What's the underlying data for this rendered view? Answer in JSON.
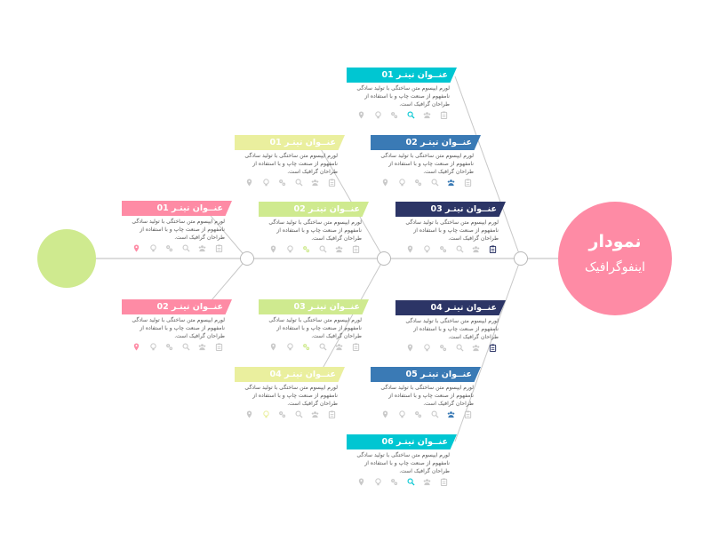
{
  "head": {
    "title": "نمودار",
    "subtitle": "اینفوگرافیک",
    "color": "#fe8ba5"
  },
  "tail": {
    "color": "#cfea8f"
  },
  "desc_text": "لورم ایپسوم متن ساختگی با تولید سادگی نامفهوم از صنعت چاپ و با استفاده از طراحان گرافیک است.",
  "icon_names": [
    "pin-icon",
    "bulb-icon",
    "gears-icon",
    "magnifier-icon",
    "team-icon",
    "clipboard-icon"
  ],
  "cards": [
    {
      "id": "top-1",
      "title": "01 عنــوان تیتـر",
      "color": "#00c6d2",
      "active_icon": 3
    },
    {
      "id": "top-2",
      "title": "02 عنــوان تیتـر",
      "color": "#3a7ab5",
      "active_icon": 4
    },
    {
      "id": "top-3",
      "title": "03 عنــوان تیتـر",
      "color": "#2c3566",
      "active_icon": 5
    },
    {
      "id": "top-4",
      "title": "01 عنــوان تیتـر",
      "color": "#eaef9e",
      "active_icon": -1
    },
    {
      "id": "top-5",
      "title": "02 عنــوان تیتـر",
      "color": "#cfea8f",
      "active_icon": 2
    },
    {
      "id": "top-6",
      "title": "01 عنــوان تیتـر",
      "color": "#fe8ba5",
      "active_icon": 0
    },
    {
      "id": "bot-1",
      "title": "02 عنــوان تیتـر",
      "color": "#fe8ba5",
      "active_icon": 0
    },
    {
      "id": "bot-2",
      "title": "03 عنــوان تیتـر",
      "color": "#cfea8f",
      "active_icon": 2
    },
    {
      "id": "bot-3",
      "title": "04 عنــوان تیتـر",
      "color": "#eaef9e",
      "active_icon": 1
    },
    {
      "id": "bot-4",
      "title": "04 عنــوان تیتـر",
      "color": "#2c3566",
      "active_icon": 5
    },
    {
      "id": "bot-5",
      "title": "05 عنــوان تیتـر",
      "color": "#3a7ab5",
      "active_icon": 4
    },
    {
      "id": "bot-6",
      "title": "06 عنــوان تیتـر",
      "color": "#00c6d2",
      "active_icon": 3
    }
  ]
}
